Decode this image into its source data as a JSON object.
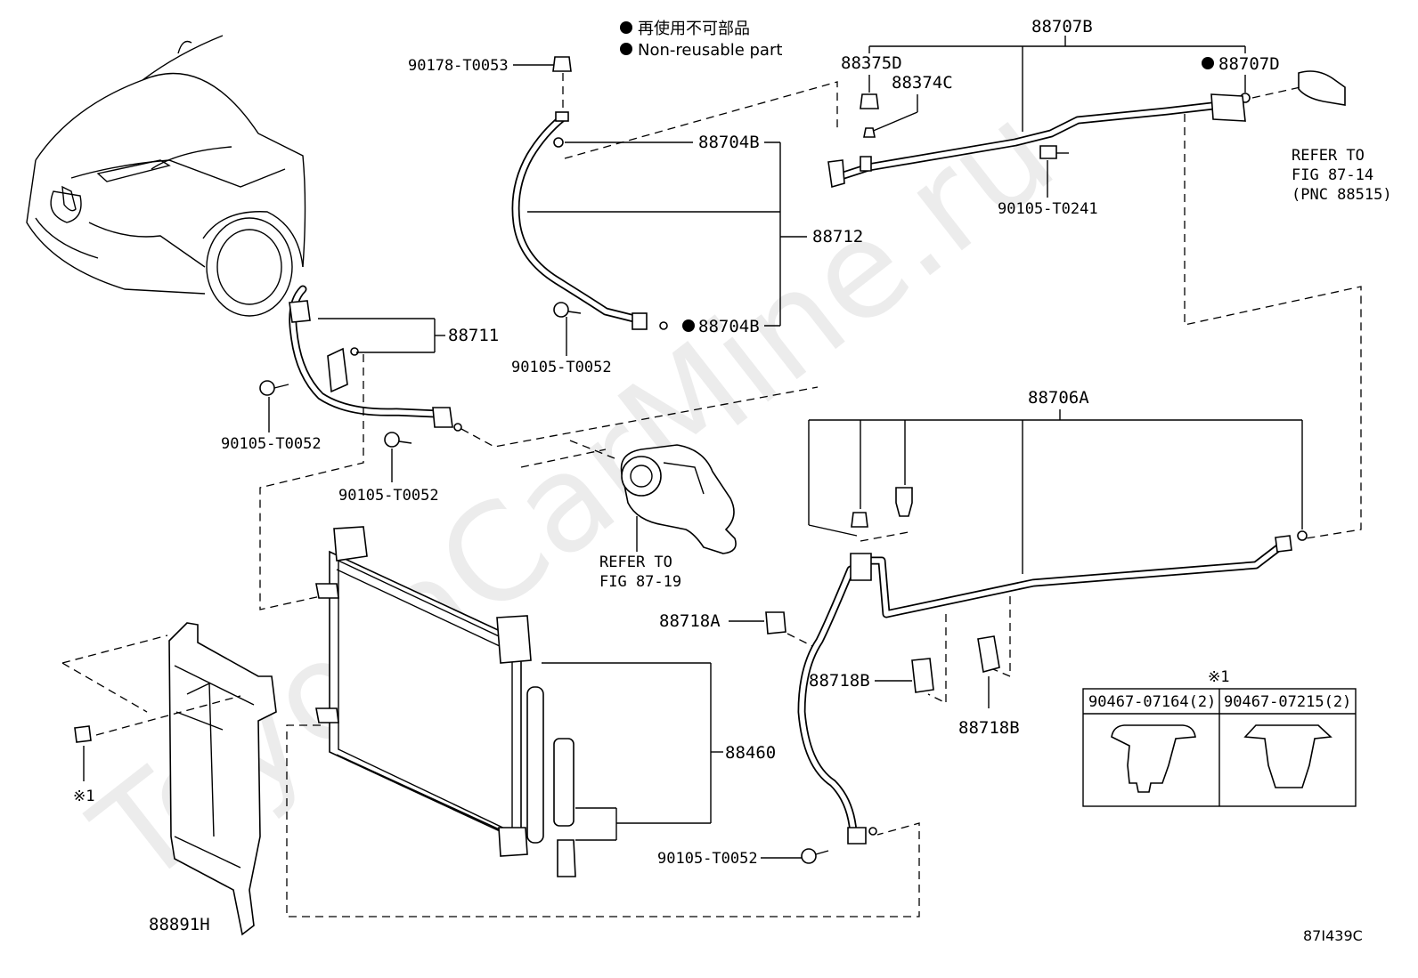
{
  "legend": {
    "jp": "再使用不可部品",
    "en": "Non-reusable part"
  },
  "labels": {
    "p90178": "90178-T0053",
    "p88704b_top": "88704B",
    "p88712": "88712",
    "p88704b_bot": "88704B",
    "p90105_mid": "90105-T0052",
    "p88707b": "88707B",
    "p88375d": "88375D",
    "p88374c": "88374C",
    "p88707d": "88707D",
    "p90105_t0241": "90105-T0241",
    "refer_1": "REFER TO",
    "refer_1b": "FIG 87-14",
    "refer_1c": "(PNC 88515)",
    "p88711": "88711",
    "p90105_left": "90105-T0052",
    "p90105_left2": "90105-T0052",
    "refer_2": "REFER TO",
    "refer_2b": "FIG 87-19",
    "p88706a": "88706A",
    "p88718a": "88718A",
    "p88718b_1": "88718B",
    "p88718b_2": "88718B",
    "p88460": "88460",
    "p90105_bot": "90105-T0052",
    "p88891h": "88891H",
    "note_left": "※1",
    "table_note": "※1",
    "table_col1": "90467-07164(2)",
    "table_col2": "90467-07215(2)",
    "figure_code": "87I439C"
  },
  "watermark": "ToyotaCarMine.ru",
  "icons": {
    "nonreusable": "filled-circle-icon"
  },
  "colors": {
    "line": "#000000",
    "background": "#ffffff"
  }
}
